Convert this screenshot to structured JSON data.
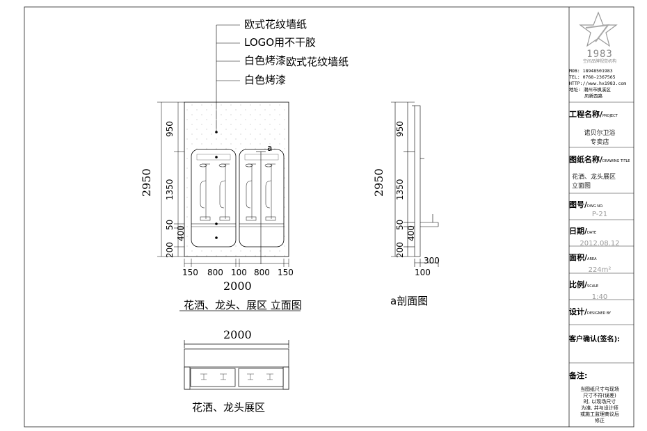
{
  "callouts": [
    "欧式花纹墙纸",
    "LOGO用不干胶",
    "白色烤漆",
    "欧式花纹墙纸",
    "白色烤漆"
  ],
  "elevation": {
    "total_height": "2950",
    "vertical_dims": [
      "950",
      "1350",
      "50",
      "400",
      "200"
    ],
    "horizontal_dims": [
      "150",
      "800",
      "100",
      "800",
      "150"
    ],
    "total_width": "2000",
    "section_marker": "a",
    "caption": "花洒、龙头、展区 立面图"
  },
  "section": {
    "total_height": "2950",
    "vertical_dims": [
      "950",
      "1350",
      "50",
      "400",
      "200"
    ],
    "dims": [
      "300",
      "100"
    ],
    "caption": "a剖面图"
  },
  "plan": {
    "total_width": "2000",
    "caption": "花洒、龙头展区"
  },
  "title_block": {
    "logo_number": "1983",
    "logo_sub": "空间品牌视觉机构",
    "contact": [
      "MOB: 18948501983",
      "TEL: 0768-2367565",
      "HTTP://www.hx1983.com",
      "地址: 潮州市枫溪区",
      "凤新西路"
    ],
    "project_label": "工程名称",
    "project_sub": "PROJECT",
    "project_value": "诺贝尔卫浴\n专卖店",
    "drawing_label": "图纸名称",
    "drawing_sub": "DRAWING TITLE",
    "drawing_value": "花洒、龙头展区\n立面图",
    "number_label": "图号",
    "number_sub": "DWG NO.",
    "number_value": "P-21",
    "date_label": "日期",
    "date_sub": "DATE",
    "date_value": "2012.08.12",
    "area_label": "面积",
    "area_sub": "AREA",
    "area_value": "224m²",
    "scale_label": "比例",
    "scale_sub": "SCALE",
    "scale_value": "1:40",
    "design_label": "设计",
    "design_sub": "DESIGNED BY",
    "client_label": "客户确认(签名)",
    "remarks_label": "备注",
    "remarks_text": "当图纸尺寸与现场\n尺寸不符(误差)\n时, 以现场尺寸\n为准, 并与设计师\n或施工监理商议后\n修正"
  }
}
